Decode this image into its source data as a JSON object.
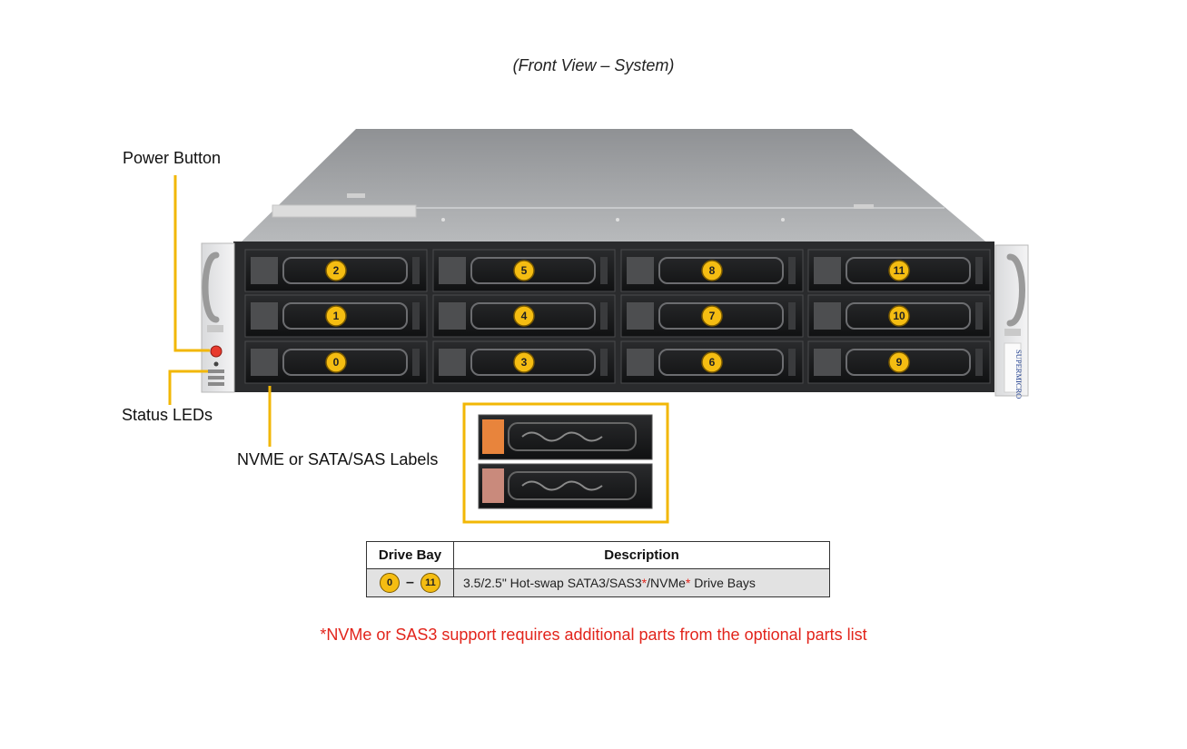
{
  "caption": "(Front View – System)",
  "labels": {
    "power_button": "Power Button",
    "status_leds": "Status LEDs",
    "drive_labels": "NVME or SATA/SAS Labels"
  },
  "brand": "SUPERMICRO",
  "bays": [
    "0",
    "1",
    "2",
    "3",
    "4",
    "5",
    "6",
    "7",
    "8",
    "9",
    "10",
    "11"
  ],
  "table": {
    "headers": [
      "Drive Bay",
      "Description"
    ],
    "row": {
      "bay_start": "0",
      "bay_sep": "–",
      "bay_end": "11",
      "desc_part1": "3.5/2.5\" Hot-swap SATA3/SAS3",
      "star1": "*",
      "desc_part2": "/NVMe",
      "star2": "*",
      "desc_part3": " Drive Bays"
    }
  },
  "note": "*NVMe or SAS3 support requires additional parts from the optional parts list",
  "colors": {
    "callout": "#f2b705",
    "badge": "#f5bd12",
    "note_red": "#e2241b",
    "chassis_top": "#a4a6a9",
    "tray": "#1c1d1f",
    "nvme_tab": "#e8843c",
    "sas_tab": "#c98a7c"
  }
}
